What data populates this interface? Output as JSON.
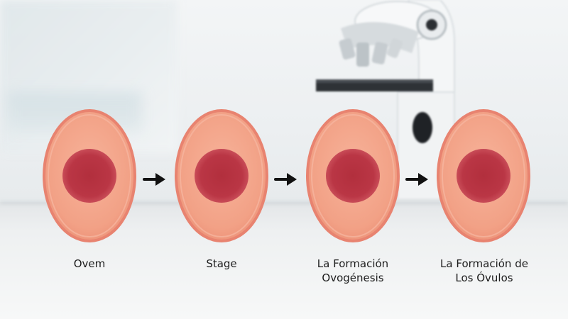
{
  "stages": [
    {
      "label_lines": [
        "Ovem"
      ]
    },
    {
      "label_lines": [
        "Stage"
      ]
    },
    {
      "label_lines": [
        "La Formación",
        "Ovogénesis"
      ]
    },
    {
      "label_lines": [
        "La Formación de",
        "Los Óvulos"
      ]
    }
  ],
  "colors": {
    "cell_membrane": "#e98a73",
    "cell_cytoplasm": "#f3a88f",
    "nucleus_outer": "#c94a55",
    "nucleus_inner": "#b0323f",
    "arrow": "#111111"
  }
}
